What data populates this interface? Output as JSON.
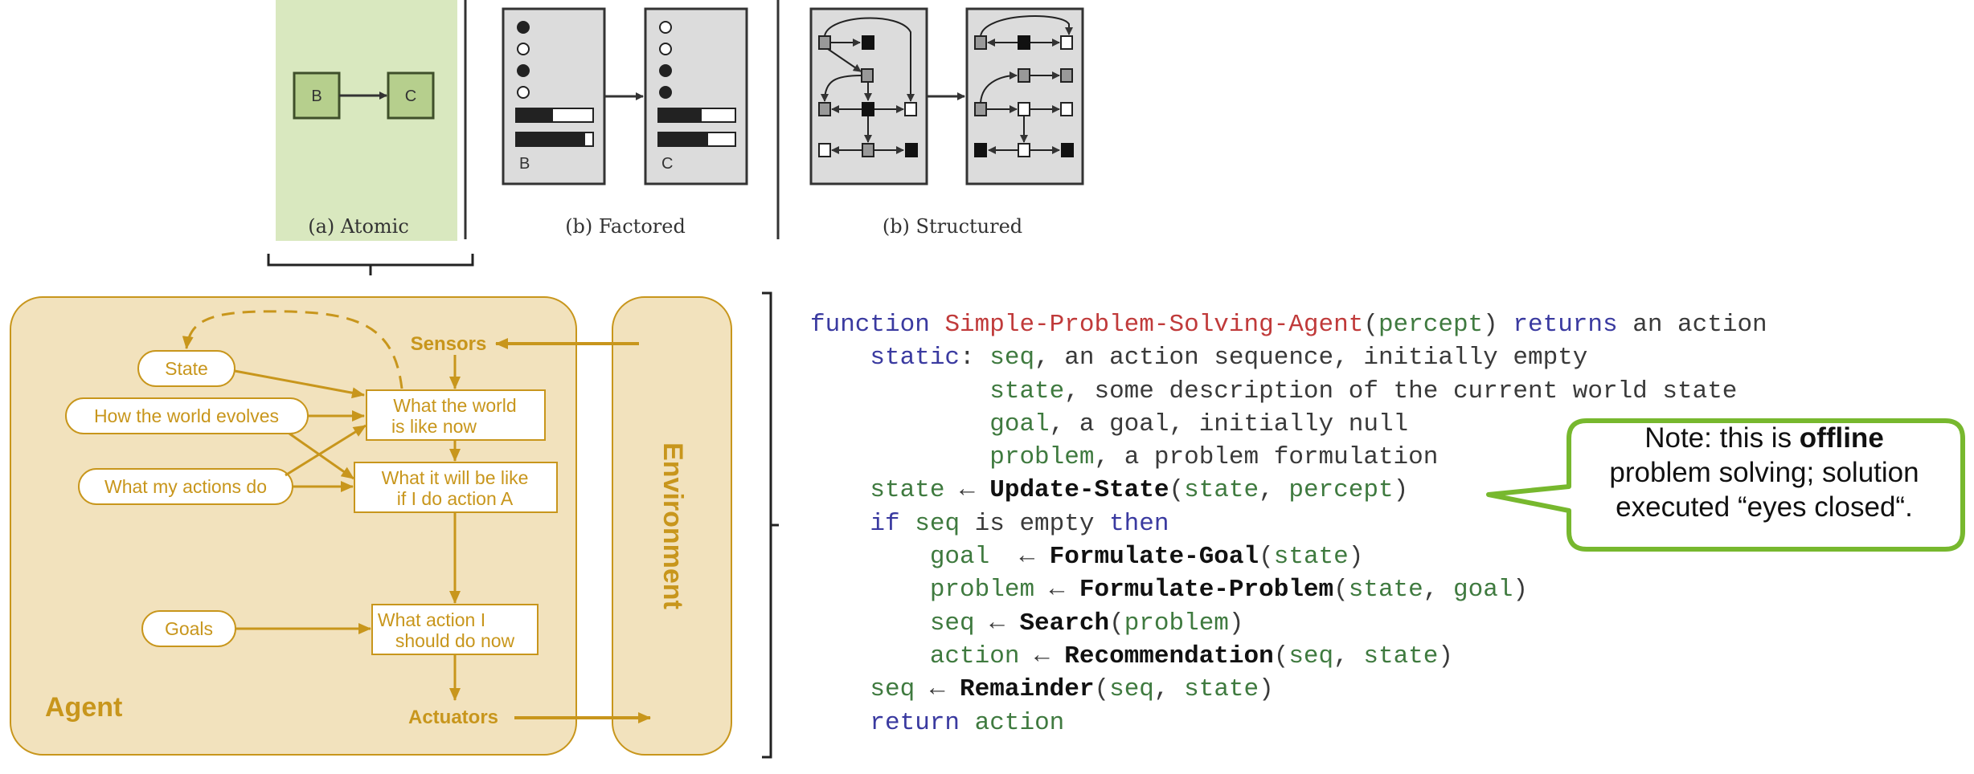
{
  "representations": {
    "atomic": {
      "caption": "(a) Atomic",
      "state_from": "B",
      "state_to": "C"
    },
    "factored": {
      "caption": "(b) Factored",
      "state_from": "B",
      "state_to": "C"
    },
    "structured": {
      "caption": "(b) Structured"
    }
  },
  "agent_diagram": {
    "agent_label": "Agent",
    "environment_label": "Environment",
    "sensors": "Sensors",
    "actuators": "Actuators",
    "state": "State",
    "world_evolves": "How the world evolves",
    "actions_do": "What my actions do",
    "goals": "Goals",
    "world_now_1": "What the world",
    "world_now_2": "is like now",
    "will_be_1": "What it will be like",
    "will_be_2": "if I do action A",
    "action_1": "What action I",
    "action_2": "should do now"
  },
  "pseudocode": {
    "lines": [
      [
        [
          "kw",
          "function "
        ],
        [
          "fn",
          "Simple-Problem-Solving-Agent"
        ],
        [
          "plain",
          "("
        ],
        [
          "var",
          "percept"
        ],
        [
          "plain",
          ") "
        ],
        [
          "kw",
          "returns"
        ],
        [
          "plain",
          " an action"
        ]
      ],
      [
        [
          "plain",
          "    "
        ],
        [
          "kw",
          "static"
        ],
        [
          "plain",
          ": "
        ],
        [
          "var",
          "seq"
        ],
        [
          "plain",
          ", an action sequence, initially empty"
        ]
      ],
      [
        [
          "plain",
          "            "
        ],
        [
          "var",
          "state"
        ],
        [
          "plain",
          ", some description of the current world state"
        ]
      ],
      [
        [
          "plain",
          "            "
        ],
        [
          "var",
          "goal"
        ],
        [
          "plain",
          ", a goal, initially null"
        ]
      ],
      [
        [
          "plain",
          "            "
        ],
        [
          "var",
          "problem"
        ],
        [
          "plain",
          ", a problem formulation"
        ]
      ],
      [
        [
          "plain",
          "    "
        ],
        [
          "var",
          "state"
        ],
        [
          "plain",
          " ← "
        ],
        [
          "bold",
          "Update-State"
        ],
        [
          "plain",
          "("
        ],
        [
          "var",
          "state"
        ],
        [
          "plain",
          ", "
        ],
        [
          "var",
          "percept"
        ],
        [
          "plain",
          ")"
        ]
      ],
      [
        [
          "plain",
          "    "
        ],
        [
          "kw",
          "if "
        ],
        [
          "var",
          "seq"
        ],
        [
          "plain",
          " is empty "
        ],
        [
          "kw",
          "then"
        ]
      ],
      [
        [
          "plain",
          "        "
        ],
        [
          "var",
          "goal"
        ],
        [
          "plain",
          "  ← "
        ],
        [
          "bold",
          "Formulate-Goal"
        ],
        [
          "plain",
          "("
        ],
        [
          "var",
          "state"
        ],
        [
          "plain",
          ")"
        ]
      ],
      [
        [
          "plain",
          "        "
        ],
        [
          "var",
          "problem"
        ],
        [
          "plain",
          " ← "
        ],
        [
          "bold",
          "Formulate-Problem"
        ],
        [
          "plain",
          "("
        ],
        [
          "var",
          "state"
        ],
        [
          "plain",
          ", "
        ],
        [
          "var",
          "goal"
        ],
        [
          "plain",
          ")"
        ]
      ],
      [
        [
          "plain",
          "        "
        ],
        [
          "var",
          "seq"
        ],
        [
          "plain",
          " ← "
        ],
        [
          "bold",
          "Search"
        ],
        [
          "plain",
          "("
        ],
        [
          "var",
          "problem"
        ],
        [
          "plain",
          ")"
        ]
      ],
      [
        [
          "plain",
          "        "
        ],
        [
          "var",
          "action"
        ],
        [
          "plain",
          " ← "
        ],
        [
          "bold",
          "Recommendation"
        ],
        [
          "plain",
          "("
        ],
        [
          "var",
          "seq"
        ],
        [
          "plain",
          ", "
        ],
        [
          "var",
          "state"
        ],
        [
          "plain",
          ")"
        ]
      ],
      [
        [
          "plain",
          "    "
        ],
        [
          "var",
          "seq"
        ],
        [
          "plain",
          " ← "
        ],
        [
          "bold",
          "Remainder"
        ],
        [
          "plain",
          "("
        ],
        [
          "var",
          "seq"
        ],
        [
          "plain",
          ", "
        ],
        [
          "var",
          "state"
        ],
        [
          "plain",
          ")"
        ]
      ],
      [
        [
          "plain",
          "    "
        ],
        [
          "kw",
          "return "
        ],
        [
          "var",
          "action"
        ]
      ]
    ]
  },
  "note": {
    "prefix": "Note: this is ",
    "bold": "offline",
    "rest1": "problem solving; solution",
    "rest2": "executed “eyes closed“."
  },
  "colors": {
    "atomic_bg": "#d9e8bf",
    "agent_fill": "#f2e2bd",
    "agent_stroke": "#c8961c",
    "note_border": "#77b82e",
    "keyword": "#3a3aa0",
    "function_name": "#c03a3a",
    "variable": "#3f7a3f"
  }
}
